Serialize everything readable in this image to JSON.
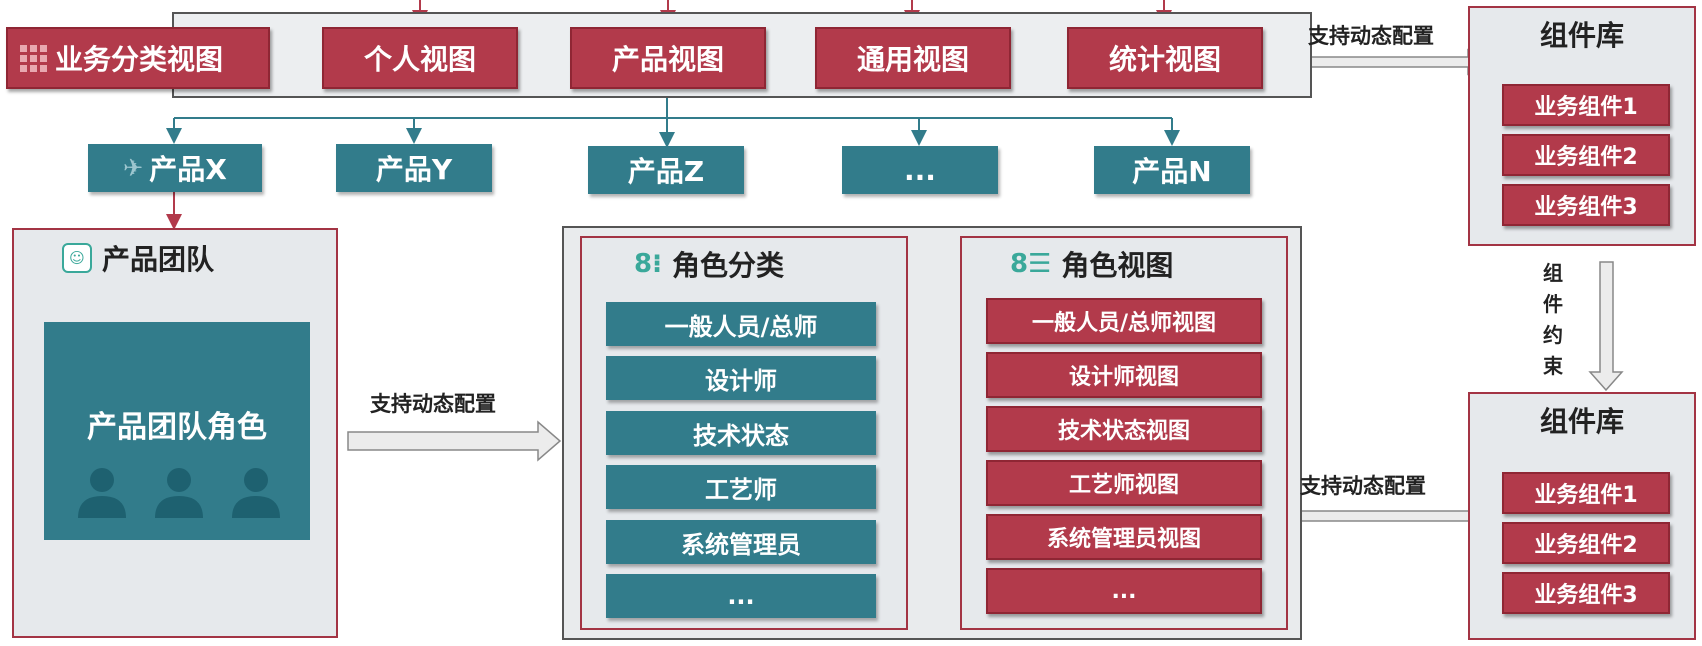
{
  "top_views": {
    "business_classification": "业务分类视图",
    "personal": "个人视图",
    "product": "产品视图",
    "general": "通用视图",
    "statistics": "统计视图"
  },
  "products": [
    "产品X",
    "产品Y",
    "产品Z",
    "...",
    "产品N"
  ],
  "dynamic_config_label": "支持动态配置",
  "component_library_top": {
    "title": "组件库",
    "items": [
      "业务组件1",
      "业务组件2",
      "业务组件3"
    ]
  },
  "component_constraint": [
    "组",
    "件",
    "约",
    "束"
  ],
  "component_library_bottom": {
    "title": "组件库",
    "items": [
      "业务组件1",
      "业务组件2",
      "业务组件3"
    ]
  },
  "product_team": {
    "title": "产品团队",
    "role_box_label": "产品团队角色"
  },
  "role_classification": {
    "title": "角色分类",
    "items": [
      "一般人员/总师",
      "设计师",
      "技术状态",
      "工艺师",
      "系统管理员",
      "..."
    ]
  },
  "role_views": {
    "title": "角色视图",
    "items": [
      "一般人员/总师视图",
      "设计师视图",
      "技术状态视图",
      "工艺师视图",
      "系统管理员视图",
      "..."
    ]
  },
  "colors": {
    "accent_red": "#b23a4b",
    "accent_teal": "#327c8b"
  }
}
